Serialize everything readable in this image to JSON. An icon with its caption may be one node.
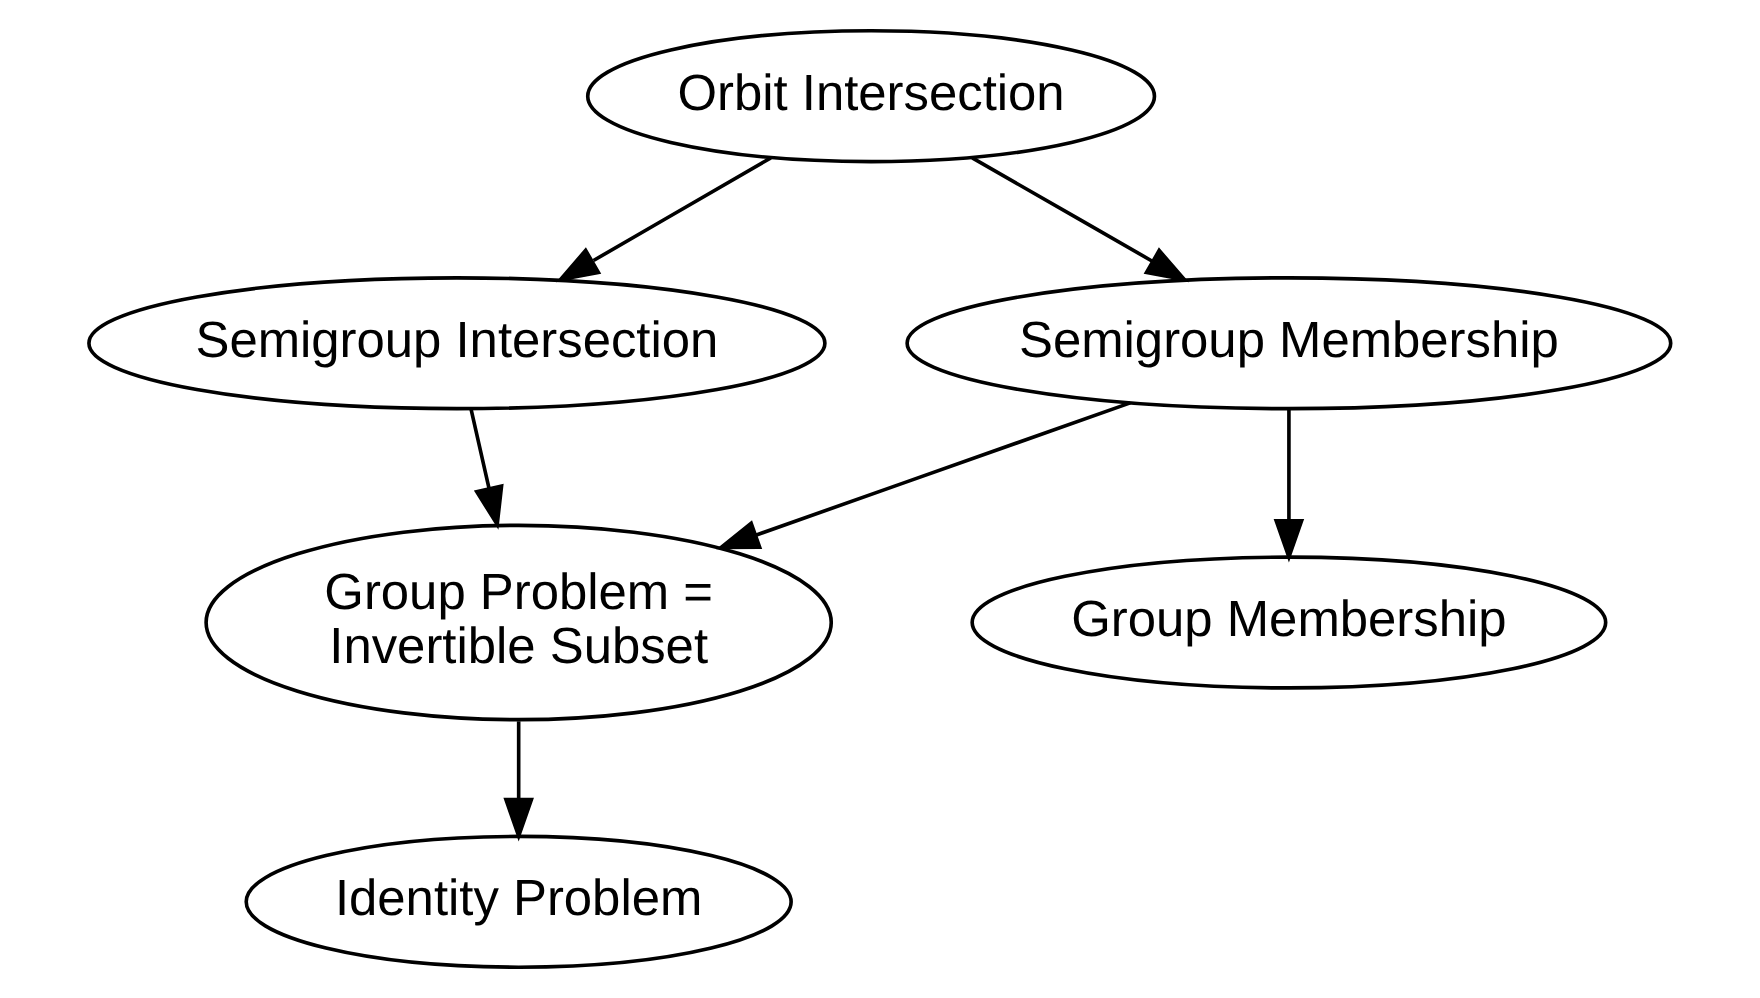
{
  "diagram": {
    "nodes": [
      {
        "text": [
          "Orbit Intersection"
        ]
      },
      {
        "text": [
          "Semigroup Membership"
        ]
      },
      {
        "text": [
          "Semigroup Intersection"
        ]
      },
      {
        "text": [
          "Group Problem = Invertible Subset"
        ]
      },
      {
        "text": [
          "Group Membership"
        ]
      },
      {
        "text": [
          "Identity Problem"
        ]
      }
    ],
    "edges": [
      {
        "from": 0,
        "to": 1,
        "arrow": "to"
      },
      {
        "from": 0,
        "to": 2,
        "arrow": "to"
      },
      {
        "from": 1,
        "to": 4,
        "arrow": "to"
      },
      {
        "from": 1,
        "to": 3,
        "arrow": "to"
      },
      {
        "from": 2,
        "to": 3,
        "arrow": "to"
      },
      {
        "from": 3,
        "to": 5,
        "arrow": "to"
      }
    ]
  }
}
